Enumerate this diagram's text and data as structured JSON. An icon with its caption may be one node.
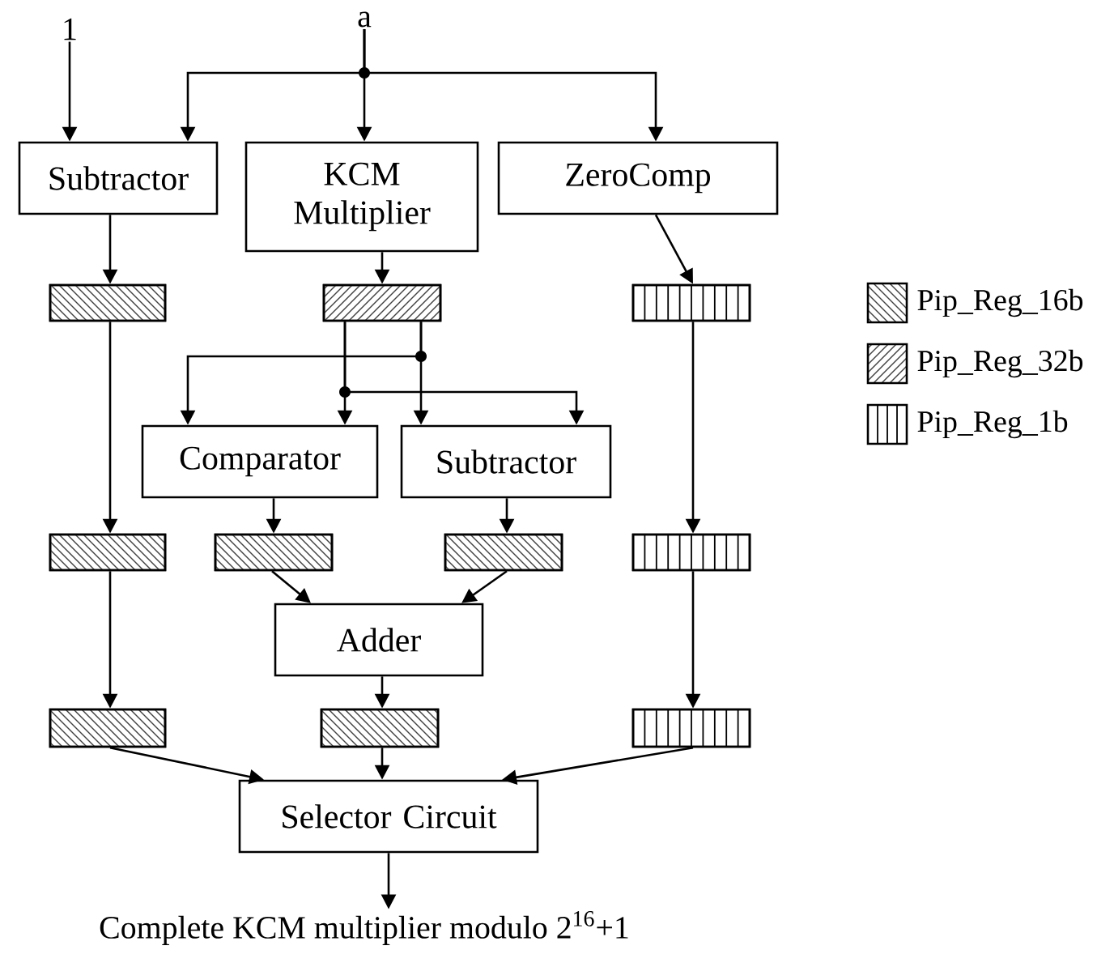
{
  "diagram": {
    "nodes": [
      {
        "text": [
          "a"
        ]
      },
      {
        "text": [
          "1"
        ]
      },
      {
        "text": [
          "Subtractor"
        ]
      },
      {
        "text": [
          "KCM Multiplier"
        ]
      },
      {
        "text": [
          "ZeroComp"
        ]
      },
      {
        "text": [],
        "shape": "box"
      },
      {
        "text": [],
        "shape": "box"
      },
      {
        "text": [],
        "shape": "box"
      },
      {
        "text": [
          "Comparator"
        ]
      },
      {
        "text": [
          "Subtractor"
        ]
      },
      {
        "text": [],
        "shape": "box"
      },
      {
        "text": [],
        "shape": "box"
      },
      {
        "text": [],
        "shape": "box"
      },
      {
        "text": [],
        "shape": "box"
      },
      {
        "text": [
          "Adder"
        ]
      },
      {
        "text": [],
        "shape": "box"
      },
      {
        "text": [],
        "shape": "box"
      },
      {
        "text": [],
        "shape": "box"
      },
      {
        "text": [
          "Selector Circuit"
        ]
      },
      {
        "text": [
          "Complete KCM multiplier modulo 2$^{16}$+1"
        ]
      }
    ],
    "edges": [
      {
        "from": 0,
        "to": 2,
        "arrow": "to"
      },
      {
        "from": 0,
        "to": 3,
        "arrow": "to"
      },
      {
        "from": 0,
        "to": 4,
        "arrow": "to"
      },
      {
        "from": 1,
        "to": 2,
        "arrow": "to"
      },
      {
        "from": 2,
        "to": 5,
        "arrow": "to"
      },
      {
        "from": 3,
        "to": 6,
        "arrow": "to"
      },
      {
        "from": 4,
        "to": 7,
        "arrow": "to"
      },
      {
        "from": 6,
        "to": 8,
        "arrow": "to"
      },
      {
        "from": 6,
        "to": 9,
        "arrow": "to"
      },
      {
        "from": 6,
        "to": 8,
        "arrow": "to"
      },
      {
        "from": 6,
        "to": 9,
        "arrow": "to"
      },
      {
        "from": 5,
        "to": 10,
        "arrow": "to"
      },
      {
        "from": 8,
        "to": 11,
        "arrow": "to"
      },
      {
        "from": 9,
        "to": 12,
        "arrow": "to"
      },
      {
        "from": 7,
        "to": 13,
        "arrow": "to"
      },
      {
        "from": 11,
        "to": 14,
        "arrow": "to"
      },
      {
        "from": 12,
        "to": 14,
        "arrow": "to"
      },
      {
        "from": 10,
        "to": 15,
        "arrow": "to"
      },
      {
        "from": 14,
        "to": 16,
        "arrow": "to"
      },
      {
        "from": 13,
        "to": 17,
        "arrow": "to"
      },
      {
        "from": 15,
        "to": 18,
        "arrow": "to"
      },
      {
        "from": 16,
        "to": 18,
        "arrow": "to"
      },
      {
        "from": 17,
        "to": 18,
        "arrow": "to"
      },
      {
        "from": 18,
        "to": 19,
        "arrow": "to"
      }
    ],
    "legend": [
      {
        "text": "Pip_Reg_16b"
      },
      {
        "text": "Pip_Reg_32b"
      },
      {
        "text": "Pip_Reg_1b"
      }
    ]
  }
}
